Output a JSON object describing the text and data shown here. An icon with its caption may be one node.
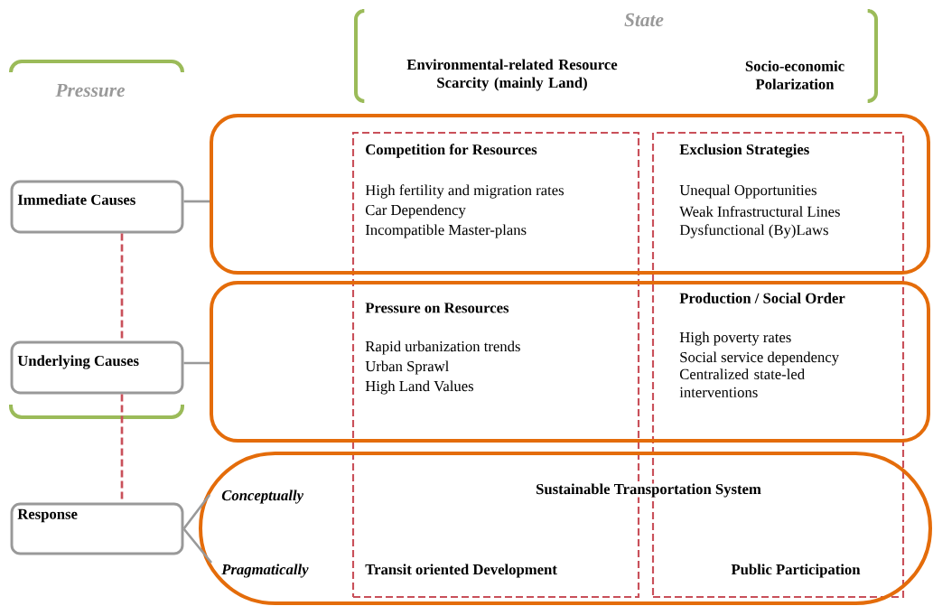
{
  "diagram": {
    "nodes": [
      {
        "text": [
          "Immediate Causes"
        ]
      },
      {
        "text": [
          "Underlying Causes"
        ]
      },
      {
        "text": [
          "Response"
        ]
      },
      {
        "text": [
          "Competition for Resources",
          "High fertility and migration rates",
          "Car Dependency",
          "Incompatible Master-plans",
          "Exclusion Strategies",
          "Unequal Opportunities",
          "Weak Infrastructural Lines",
          "Dysfunctional (By)Laws"
        ]
      },
      {
        "text": [
          "Pressure on Resources",
          "Rapid urbanization trends",
          "Urban Sprawl",
          "High Land Values",
          "Production / Social Order",
          "High poverty rates",
          "Social service dependency",
          "Centralized state-led interventions"
        ]
      },
      {
        "text": [
          "Conceptually",
          "Sustainable Transportation System",
          "Pragmatically",
          "Transit oriented Development",
          "Public Participation"
        ]
      },
      {
        "text": [],
        "shape": "box"
      },
      {
        "text": [],
        "shape": "box"
      }
    ],
    "edges": [
      {
        "from": 0,
        "to": 3,
        "arrow": "none"
      },
      {
        "from": 1,
        "to": 4,
        "arrow": "none"
      },
      {
        "from": 0,
        "to": 1,
        "arrow": "none",
        "style": "dashed",
        "color": "#c9505a"
      },
      {
        "from": 1,
        "to": 2,
        "arrow": "none",
        "style": "dashed",
        "color": "#c9505a"
      },
      {
        "from": 2,
        "to": 5,
        "arrow": "none"
      },
      {
        "from": 2,
        "to": 5,
        "arrow": "none"
      }
    ],
    "labels": [
      "State",
      "Environmental-related Resource Scarcity (mainly Land)",
      "Socio-economic Polarization",
      "Pressure"
    ]
  }
}
